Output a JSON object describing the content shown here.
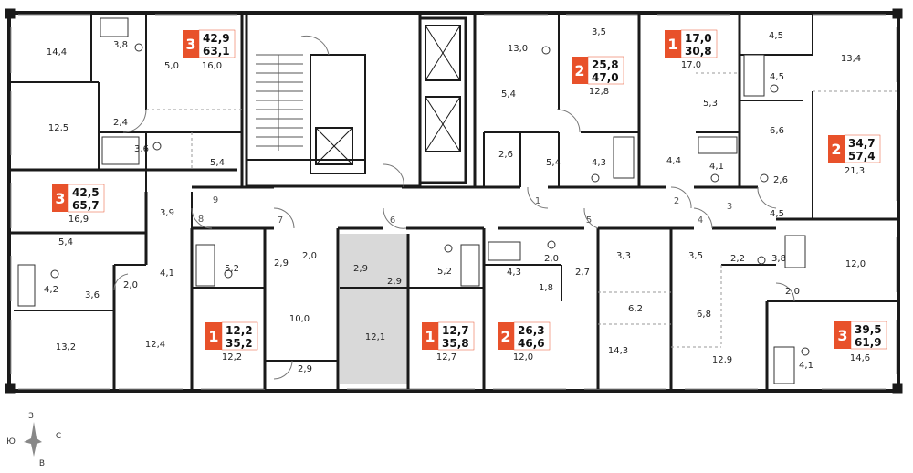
{
  "colors": {
    "accent": "#e8512a",
    "wall": "#1a1a1a",
    "highlight": "#d9d9d9"
  },
  "apartments": [
    {
      "id": "a1",
      "rooms": "3",
      "living": "42,9",
      "total": "63,1"
    },
    {
      "id": "a2",
      "rooms": "2",
      "living": "25,8",
      "total": "47,0"
    },
    {
      "id": "a3",
      "rooms": "1",
      "living": "17,0",
      "total": "30,8"
    },
    {
      "id": "a4",
      "rooms": "2",
      "living": "34,7",
      "total": "57,4"
    },
    {
      "id": "a5",
      "rooms": "3",
      "living": "42,5",
      "total": "65,7"
    },
    {
      "id": "a6",
      "rooms": "1",
      "living": "12,2",
      "total": "35,2"
    },
    {
      "id": "a7",
      "rooms": "1",
      "living": "12,7",
      "total": "35,8"
    },
    {
      "id": "a8",
      "rooms": "2",
      "living": "26,3",
      "total": "46,6"
    },
    {
      "id": "a9",
      "rooms": "3",
      "living": "39,5",
      "total": "61,9"
    }
  ],
  "room_areas": [
    "14,4",
    "3,8",
    "5,0",
    "16,0",
    "12,5",
    "2,4",
    "3,6",
    "5,4",
    "13,0",
    "5,4",
    "2,6",
    "3,5",
    "12,8",
    "5,4",
    "4,3",
    "17,0",
    "5,3",
    "4,4",
    "4,1",
    "4,5",
    "4,5",
    "13,4",
    "6,6",
    "2,6",
    "21,3",
    "4,5",
    "16,9",
    "3,9",
    "5,4",
    "4,2",
    "3,6",
    "2,0",
    "4,1",
    "5,2",
    "2,9",
    "2,0",
    "2,9",
    "2,9",
    "5,2",
    "4,3",
    "2,0",
    "2,7",
    "3,3",
    "3,5",
    "2,2",
    "3,8",
    "12,0",
    "1,8",
    "6,2",
    "6,8",
    "2,0",
    "13,2",
    "12,4",
    "12,2",
    "10,0",
    "12,1",
    "12,7",
    "12,0",
    "14,3",
    "12,9",
    "4,1",
    "14,6",
    "2,9"
  ],
  "door_numbers": [
    "1",
    "2",
    "3",
    "4",
    "5",
    "6",
    "7",
    "8",
    "9"
  ],
  "compass": {
    "north": "З",
    "east": "С",
    "south": "В",
    "west": "Ю"
  }
}
